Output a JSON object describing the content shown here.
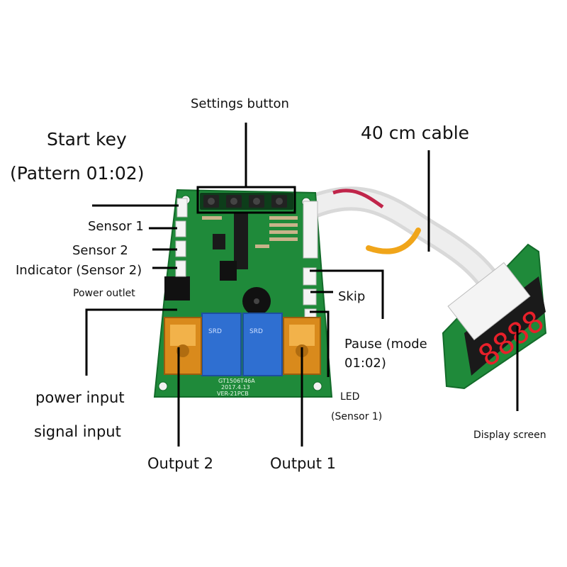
{
  "labels": {
    "settings_button": "Settings button",
    "start_key": "Start key",
    "start_key_pattern": "(Pattern 01:02)",
    "cable": "40 cm cable",
    "sensor_1": "Sensor 1",
    "sensor_2": "Sensor 2",
    "indicator": "Indicator (Sensor 2)",
    "power_outlet": "Power outlet",
    "skip": "Skip",
    "pause_line1": "Pause (mode",
    "pause_line2": "01:02)",
    "power_input": "power input",
    "signal_input": "signal input",
    "led": "LED",
    "led_sensor": "(Sensor 1)",
    "display_screen": "Display screen",
    "output_2": "Output 2",
    "output_1": "Output 1"
  },
  "board_print": {
    "model": "GT1506T46A",
    "date": "2017.4.13",
    "version": "VER-21PCB"
  },
  "display_digits": "8888",
  "colors": {
    "pcb": "#1f8a3a",
    "pcb_dark": "#136b2a",
    "relay": "#2f6fd1",
    "terminal": "#d98a1c",
    "led_red": "#e8202a",
    "leader": "#000000"
  }
}
